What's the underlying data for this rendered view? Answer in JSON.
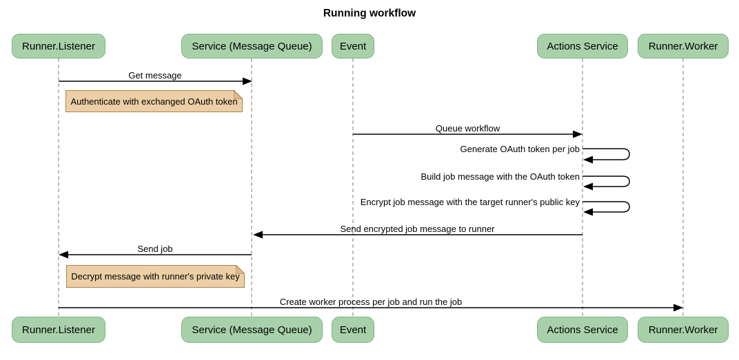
{
  "title": "Running workflow",
  "colors": {
    "actor_fill": "#a8d1aa",
    "actor_border": "#82b184",
    "note_fill": "#eccfa6",
    "note_fold": "#dfbc8e",
    "note_border": "#a5854f",
    "lifeline": "#999999",
    "arrow": "#000000",
    "text": "#000000",
    "bg": "#ffffff"
  },
  "participants": [
    {
      "id": "runner-listener",
      "label": "Runner.Listener"
    },
    {
      "id": "service-mq",
      "label": "Service (Message Queue)"
    },
    {
      "id": "event",
      "label": "Event"
    },
    {
      "id": "actions-service",
      "label": "Actions Service"
    },
    {
      "id": "runner-worker",
      "label": "Runner.Worker"
    }
  ],
  "messages": [
    {
      "type": "arrow",
      "from": "Runner.Listener",
      "to": "Service (Message Queue)",
      "label": "Get message"
    },
    {
      "type": "note",
      "over": "Runner.Listener",
      "label": "Authenticate with exchanged OAuth token"
    },
    {
      "type": "arrow",
      "from": "Event",
      "to": "Actions Service",
      "label": "Queue workflow"
    },
    {
      "type": "self",
      "on": "Actions Service",
      "label": "Generate OAuth token per job"
    },
    {
      "type": "self",
      "on": "Actions Service",
      "label": "Build job message with the OAuth token"
    },
    {
      "type": "self",
      "on": "Actions Service",
      "label": "Encrypt job message with the target runner's public key"
    },
    {
      "type": "arrow",
      "from": "Actions Service",
      "to": "Service (Message Queue)",
      "label": "Send encrypted job message to runner"
    },
    {
      "type": "arrow",
      "from": "Service (Message Queue)",
      "to": "Runner.Listener",
      "label": "Send job"
    },
    {
      "type": "note",
      "over": "Runner.Listener",
      "label": "Decrypt message with runner's private key"
    },
    {
      "type": "arrow",
      "from": "Runner.Listener",
      "to": "Runner.Worker",
      "label": "Create worker process per job and run the job"
    }
  ]
}
